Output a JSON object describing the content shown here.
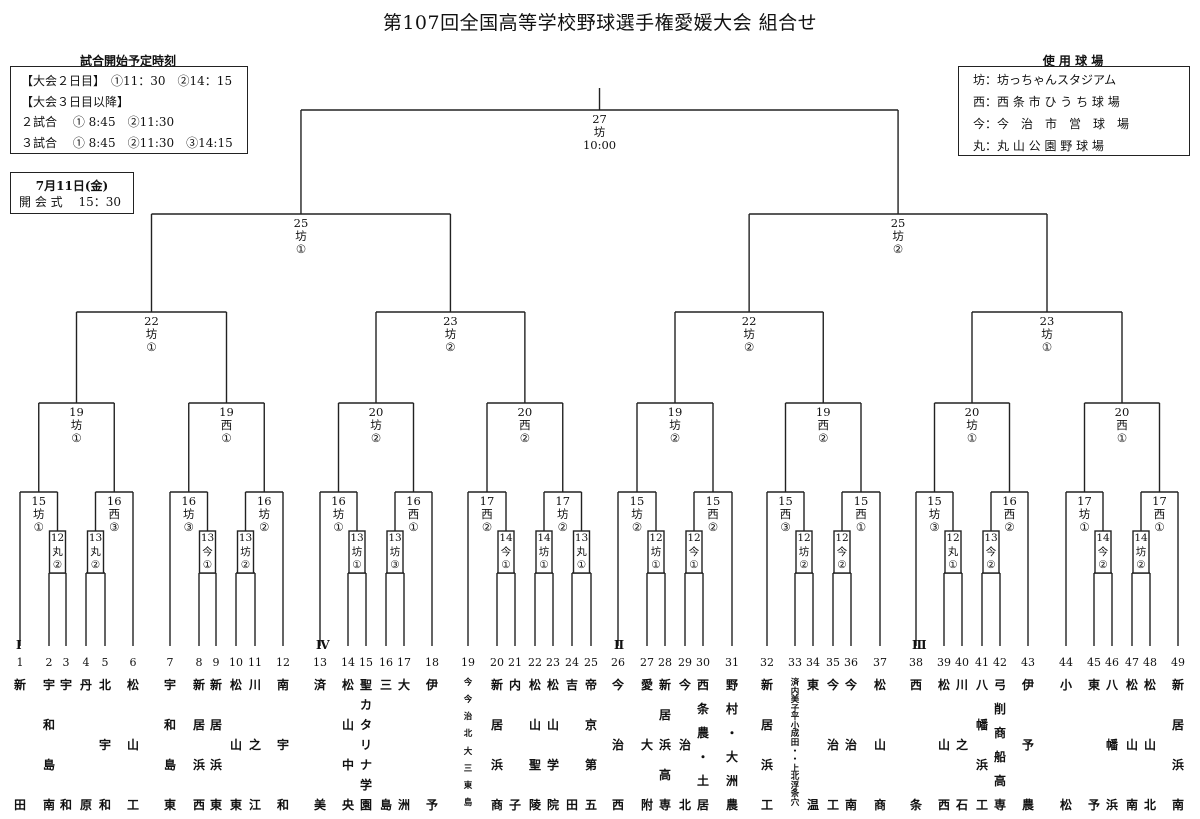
{
  "title": "第107回全国高等学校野球選手権愛媛大会 組合せ",
  "schedule_box": {
    "heading": "試合開始予定時刻",
    "lines": [
      "【大会２日目】　①11：30　②14：15",
      "【大会３日目以降】",
      "２試合　 ①  8:45　②11:30",
      "３試合　 ①  8:45　②11:30　③14:15"
    ]
  },
  "opening_box": {
    "date": "7月11日(金)",
    "event": "開 会 式　 15：30"
  },
  "venues_box": {
    "heading": "使 用 球 場",
    "lines": [
      "坊：坊っちゃんスタジアム",
      "西：西 条 市 ひ う ち 球 場",
      "今：今　治　市　営　球　場",
      "丸：丸 山 公 園 野 球 場"
    ]
  },
  "matches": {
    "final": [
      "27",
      "坊",
      "10:00"
    ],
    "sf_left": [
      "25",
      "坊",
      "①"
    ],
    "sf_right": [
      "25",
      "坊",
      "②"
    ],
    "qf1": [
      "22",
      "坊",
      "①"
    ],
    "qf2": [
      "23",
      "坊",
      "②"
    ],
    "qf3": [
      "22",
      "坊",
      "②"
    ],
    "qf4": [
      "23",
      "坊",
      "①"
    ],
    "r3_1": [
      "19",
      "坊",
      "①"
    ],
    "r3_2": [
      "19",
      "西",
      "①"
    ],
    "r3_3": [
      "20",
      "坊",
      "②"
    ],
    "r3_4": [
      "20",
      "西",
      "②"
    ],
    "r3_5": [
      "19",
      "坊",
      "②"
    ],
    "r3_6": [
      "19",
      "西",
      "②"
    ],
    "r3_7": [
      "20",
      "坊",
      "①"
    ],
    "r3_8": [
      "20",
      "西",
      "①"
    ],
    "r2_1": [
      "15",
      "坊",
      "①"
    ],
    "r2_2": [
      "16",
      "西",
      "③"
    ],
    "r2_3": [
      "16",
      "坊",
      "③"
    ],
    "r2_4": [
      "16",
      "坊",
      "②"
    ],
    "r2_5": [
      "16",
      "坊",
      "①"
    ],
    "r2_6": [
      "16",
      "西",
      "①"
    ],
    "r2_7": [
      "17",
      "西",
      "②"
    ],
    "r2_8": [
      "17",
      "坊",
      "②"
    ],
    "r2_9": [
      "15",
      "坊",
      "②"
    ],
    "r2_10": [
      "15",
      "西",
      "②"
    ],
    "r2_11": [
      "15",
      "西",
      "③"
    ],
    "r2_12": [
      "15",
      "西",
      "①"
    ],
    "r2_13": [
      "15",
      "坊",
      "③"
    ],
    "r2_14": [
      "16",
      "西",
      "②"
    ],
    "r2_15": [
      "17",
      "坊",
      "①"
    ],
    "r2_16": [
      "17",
      "西",
      "①"
    ],
    "r1_1": [
      "12",
      "丸",
      "②"
    ],
    "r1_2": [
      "13",
      "丸",
      "②"
    ],
    "r1_3": [
      "13",
      "今",
      "①"
    ],
    "r1_4": [
      "13",
      "坊",
      "②"
    ],
    "r1_5": [
      "13",
      "坊",
      "①"
    ],
    "r1_6": [
      "13",
      "坊",
      "③"
    ],
    "r1_7": [
      "14",
      "今",
      "①"
    ],
    "r1_8": [
      "14",
      "坊",
      "①"
    ],
    "r1_9": [
      "13",
      "丸",
      "①"
    ],
    "r1_10": [
      "12",
      "坊",
      "①"
    ],
    "r1_11": [
      "12",
      "今",
      "①"
    ],
    "r1_12": [
      "12",
      "坊",
      "②"
    ],
    "r1_13": [
      "12",
      "今",
      "②"
    ],
    "r1_14": [
      "12",
      "丸",
      "①"
    ],
    "r1_15": [
      "13",
      "今",
      "②"
    ],
    "r1_16": [
      "14",
      "今",
      "②"
    ],
    "r1_17": [
      "14",
      "坊",
      "②"
    ]
  },
  "blocks": [
    "Ⅰ",
    "Ⅳ",
    "Ⅱ",
    "Ⅲ"
  ],
  "teams": [
    {
      "no": "1",
      "name": "新田"
    },
    {
      "no": "2",
      "name": "宇和島南"
    },
    {
      "no": "3",
      "name": "宇和"
    },
    {
      "no": "4",
      "name": "丹原"
    },
    {
      "no": "5",
      "name": "北宇和"
    },
    {
      "no": "6",
      "name": "松山工"
    },
    {
      "no": "7",
      "name": "宇和島東"
    },
    {
      "no": "8",
      "name": "新居浜西"
    },
    {
      "no": "9",
      "name": "新居浜東"
    },
    {
      "no": "10",
      "name": "松山東"
    },
    {
      "no": "11",
      "name": "川之江"
    },
    {
      "no": "12",
      "name": "南宇和"
    },
    {
      "no": "13",
      "name": "済美"
    },
    {
      "no": "14",
      "name": "松山中央"
    },
    {
      "no": "15",
      "name": "聖カタリナ学園"
    },
    {
      "no": "16",
      "name": "三島"
    },
    {
      "no": "17",
      "name": "大洲"
    },
    {
      "no": "18",
      "name": "伊予"
    },
    {
      "no": "19",
      "name": "今今治北大三東島"
    },
    {
      "no": "20",
      "name": "新居浜商"
    },
    {
      "no": "21",
      "name": "内子"
    },
    {
      "no": "22",
      "name": "松山聖陵"
    },
    {
      "no": "23",
      "name": "松山学院"
    },
    {
      "no": "24",
      "name": "吉田"
    },
    {
      "no": "25",
      "name": "帝京第五"
    },
    {
      "no": "26",
      "name": "今治西"
    },
    {
      "no": "27",
      "name": "愛大附"
    },
    {
      "no": "28",
      "name": "新居浜高専"
    },
    {
      "no": "29",
      "name": "今治北"
    },
    {
      "no": "30",
      "name": "西条農・土居"
    },
    {
      "no": "31",
      "name": "野村・大洲農"
    },
    {
      "no": "32",
      "name": "新居浜工"
    },
    {
      "no": "33",
      "name": "済内美子平小成田・・上北浮条穴"
    },
    {
      "no": "34",
      "name": "東温"
    },
    {
      "no": "35",
      "name": "今治工"
    },
    {
      "no": "36",
      "name": "今治南"
    },
    {
      "no": "37",
      "name": "松山商"
    },
    {
      "no": "38",
      "name": "西条"
    },
    {
      "no": "39",
      "name": "松山西"
    },
    {
      "no": "40",
      "name": "川之石"
    },
    {
      "no": "41",
      "name": "八幡浜工"
    },
    {
      "no": "42",
      "name": "弓削商船高専"
    },
    {
      "no": "43",
      "name": "伊予農"
    },
    {
      "no": "44",
      "name": "小松"
    },
    {
      "no": "45",
      "name": "東予"
    },
    {
      "no": "46",
      "name": "八幡浜"
    },
    {
      "no": "47",
      "name": "松山南"
    },
    {
      "no": "48",
      "name": "松山北"
    },
    {
      "no": "49",
      "name": "新居浜南"
    }
  ]
}
